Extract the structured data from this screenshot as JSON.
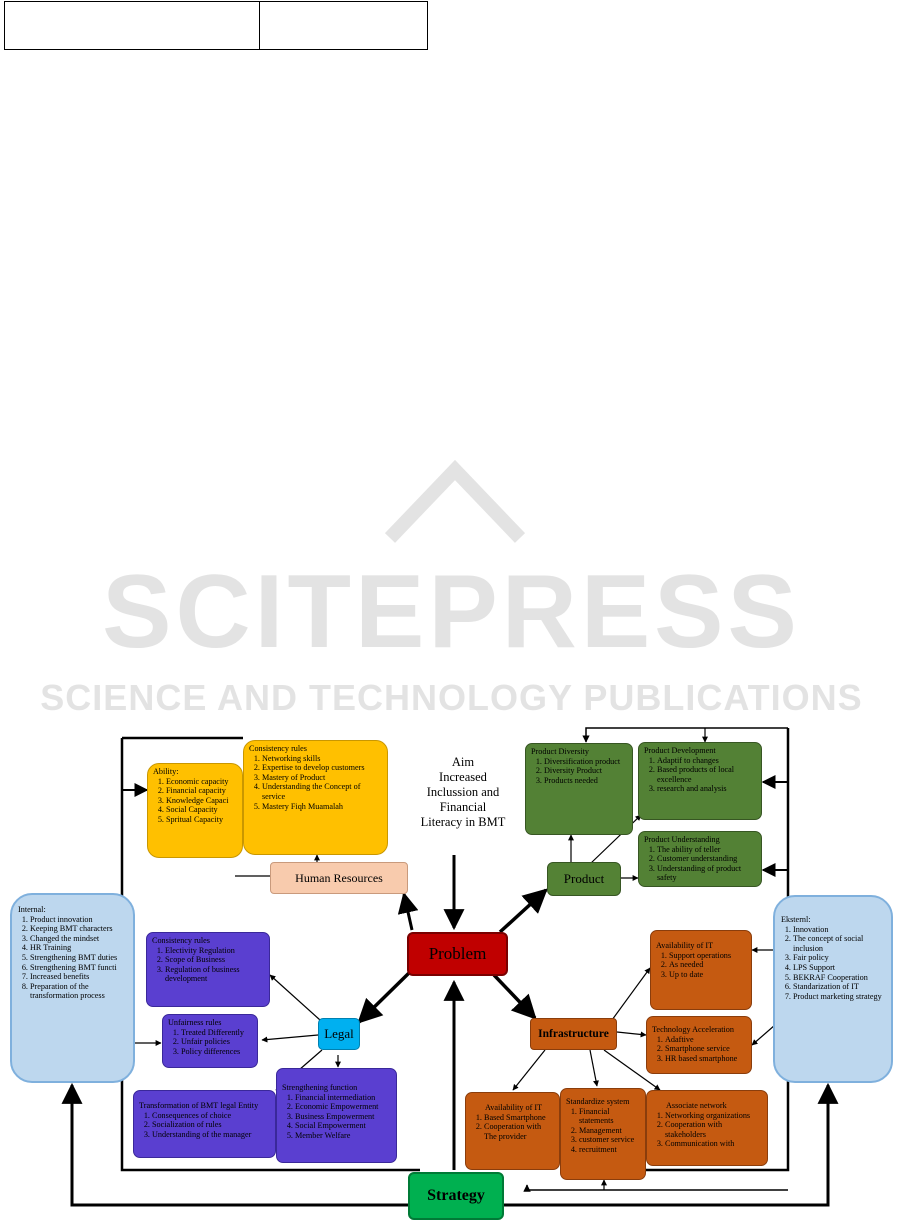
{
  "colors": {
    "problem": "#c00000",
    "product_node": "#548235",
    "product_boxes": "#538135",
    "infra_node": "#c55a11",
    "infra_boxes": "#c55a11",
    "legal_node": "#00b0f0",
    "legal_boxes": "#5a3fd0",
    "hr_node": "#f8cbad",
    "hr_boxes": "#ffc000",
    "strategy": "#00b050",
    "side_boxes": "#bdd7ee",
    "watermark": "#e3e3e3"
  },
  "watermark": {
    "title": "SCITEPRESS",
    "subtitle": "SCIENCE AND TECHNOLOGY PUBLICATIONS"
  },
  "aim": {
    "line1": "Aim",
    "line2": "Increased",
    "line3": "Inclussion and",
    "line4": "Financial",
    "line5": "Literacy in BMT"
  },
  "nodes": {
    "problem": "Problem",
    "strategy": "Strategy",
    "product": "Product",
    "infrastructure": "Infrastructure",
    "legal": "Legal",
    "human_resources": "Human Resources"
  },
  "boxes": {
    "ability": {
      "title": "Ability:",
      "items": [
        "Economic capacity",
        "Financial capacity",
        "Knowledge Capaci",
        "Social Capacity",
        "Spritual Capacity"
      ]
    },
    "hr_consistency": {
      "title": "Consistency rules",
      "items": [
        "Networking skills",
        "Expertise to develop customers",
        "Mastery of Product",
        "Understanding the Concept of service",
        "Mastery Fiqh Muamalah"
      ]
    },
    "product_diversity": {
      "title": "Product Diversity",
      "items": [
        "Diversification product",
        "Diversity Product",
        "Products needed"
      ]
    },
    "product_development": {
      "title": "Product Development",
      "items": [
        "Adaptif to changes",
        "Based products of local excellence",
        "research and analysis"
      ]
    },
    "product_understanding": {
      "title": "Product Understanding",
      "items": [
        "The ability of teller",
        "Customer understanding",
        "Understanding of product safety"
      ]
    },
    "internal": {
      "title": "Internal:",
      "items": [
        "Product innovation",
        "Keeping BMT characters",
        "Changed the mindset",
        "HR Training",
        "Strengthening BMT duties",
        "Strengthening BMT functi",
        "Increased benefits",
        "Preparation of the transformation process"
      ]
    },
    "eksternal": {
      "title": "Eksternl:",
      "items": [
        "Innovation",
        "The concept of social inclusion",
        "Fair policy",
        "LPS Support",
        "BEKRAF Cooperation",
        "Standarization of IT",
        "Product marketing strategy"
      ]
    },
    "legal_consistency": {
      "title": "Consistency rules",
      "items": [
        "Electivity Regulation",
        "Scope of Business",
        "Regulation of business development"
      ]
    },
    "unfairness": {
      "title": "Unfairness rules",
      "items": [
        "Treated Differently",
        "Unfair policies",
        "Policy differences"
      ]
    },
    "transformation": {
      "title": "Transformation of BMT legal Entity",
      "items": [
        "Consequences of choice",
        "Socialization of rules",
        "Understanding of the manager"
      ]
    },
    "strengthening": {
      "title": "Strengthening function",
      "items": [
        "Financial intermediation",
        "Economic Empowerment",
        "Business Empowerment",
        "Social Empowerment",
        "Member Welfare"
      ]
    },
    "availability_top": {
      "title": "Availability of IT",
      "items": [
        "Support operations",
        "As needed",
        "Up to date"
      ]
    },
    "tech_accel": {
      "title": "Technology Acceleration",
      "items": [
        "Adaftive",
        "Smartphone service",
        "HR based smartphone"
      ]
    },
    "availability_bottom": {
      "title": "Availability of IT",
      "items": [
        "Based Smartphone",
        "Cooperation with The provider"
      ]
    },
    "standardize": {
      "title": "Standardize system",
      "items": [
        "Financial statements",
        "Management",
        "customer service",
        "recruitment"
      ]
    },
    "associate": {
      "title": "Associate network",
      "items": [
        "Networking organizations",
        "Cooperation with stakeholders",
        "Communication with"
      ]
    }
  }
}
